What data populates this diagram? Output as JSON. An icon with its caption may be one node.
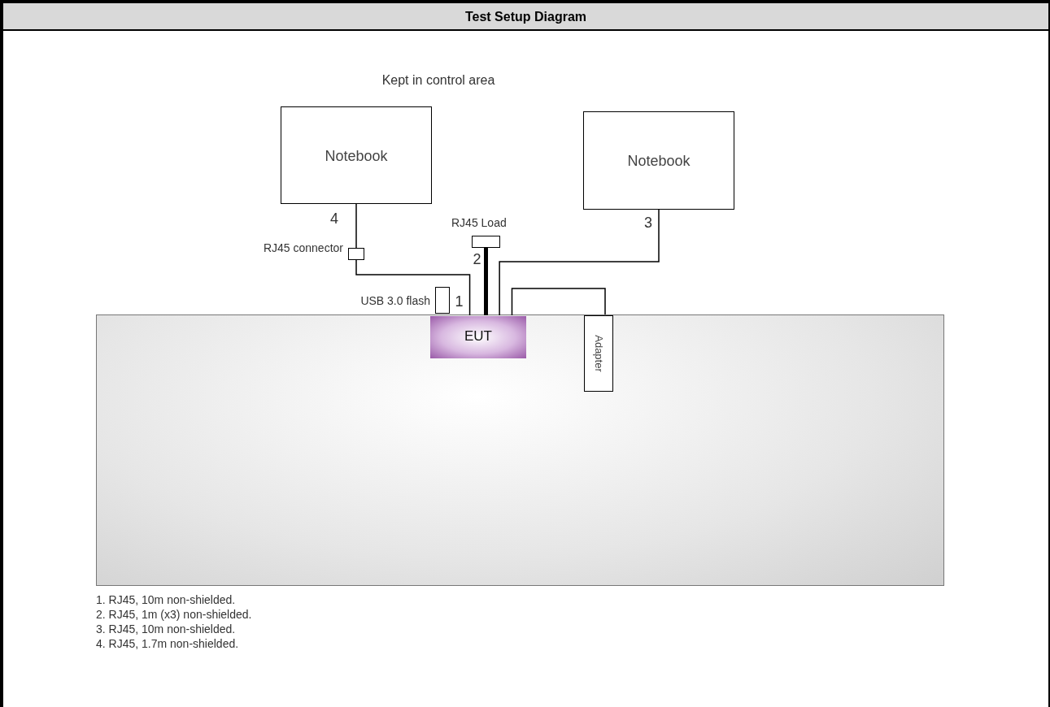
{
  "diagram": {
    "title": "Test Setup Diagram",
    "nodes": [
      {
        "text": [
          "Notebook"
        ]
      },
      {
        "text": [
          "Notebook"
        ]
      },
      {
        "text": [],
        "shape": "box",
        "beside": [
          "RJ45 connector"
        ]
      },
      {
        "text": [],
        "shape": "box",
        "beside": [
          "RJ45 Load"
        ]
      },
      {
        "text": [],
        "shape": "box",
        "beside": [
          "USB 3.0 flash"
        ]
      },
      {
        "text": [],
        "shape": "box"
      },
      {
        "text": [
          "EUT"
        ],
        "in": 5
      },
      {
        "text": [
          "Adapter"
        ],
        "in": 5
      }
    ],
    "edges": [
      {
        "from": 0,
        "to": 2,
        "arrow": "none",
        "label": "4"
      },
      {
        "from": 2,
        "to": 6,
        "arrow": "none",
        "label": "1"
      },
      {
        "from": 3,
        "to": 6,
        "arrow": "none",
        "label": "2",
        "style": "thick"
      },
      {
        "from": 1,
        "to": 6,
        "arrow": "none",
        "label": "3"
      },
      {
        "from": 6,
        "to": 7,
        "arrow": "none"
      }
    ],
    "labels": [
      "Kept in control area",
      "1. RJ45, 10m non-shielded.",
      "2. RJ45, 1m (x3) non-shielded.",
      "3. RJ45, 10m non-shielded.",
      "4. RJ45, 1.7m non-shielded."
    ]
  }
}
